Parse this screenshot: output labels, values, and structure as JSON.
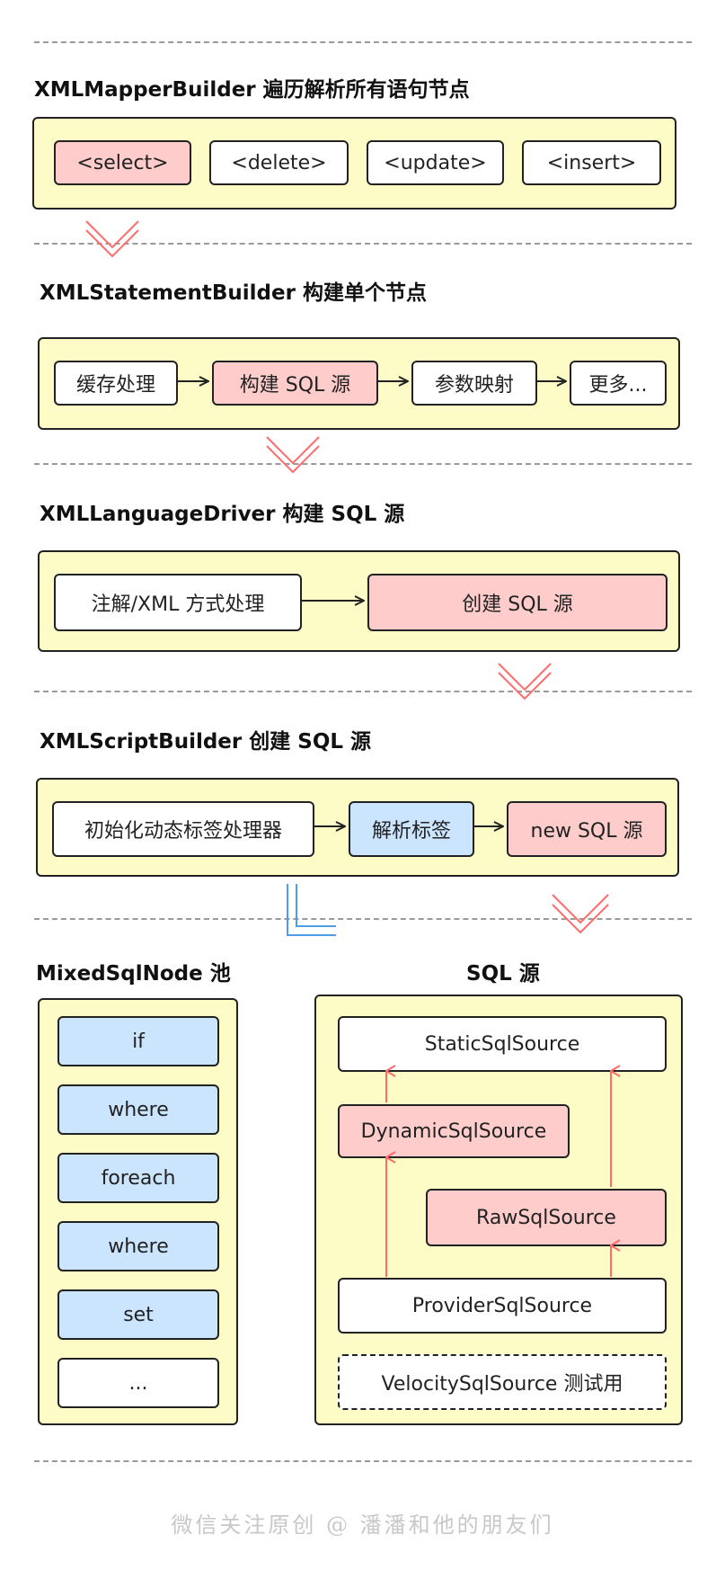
{
  "sections": {
    "mapper": {
      "title": "XMLMapperBuilder 遍历解析所有语句节点",
      "items": [
        "<select>",
        "<delete>",
        "<update>",
        "<insert>"
      ]
    },
    "statement": {
      "title": "XMLStatementBuilder 构建单个节点",
      "steps": [
        "缓存处理",
        "构建 SQL 源",
        "参数映射",
        "更多..."
      ]
    },
    "language": {
      "title": "XMLLanguageDriver 构建 SQL 源",
      "steps": [
        "注解/XML 方式处理",
        "创建 SQL 源"
      ]
    },
    "script": {
      "title": "XMLScriptBuilder 创建 SQL 源",
      "steps": [
        "初始化动态标签处理器",
        "解析标签",
        "new SQL 源"
      ]
    },
    "pool": {
      "title": "MixedSqlNode 池",
      "items": [
        "if",
        "where",
        "foreach",
        "where",
        "set",
        "..."
      ]
    },
    "sources": {
      "title": "SQL 源",
      "static": "StaticSqlSource",
      "dynamic": "DynamicSqlSource",
      "raw": "RawSqlSource",
      "provider": "ProviderSqlSource",
      "velocity": "VelocitySqlSource 测试用"
    }
  },
  "footer": "微信关注原创 @ 潘潘和他的朋友们",
  "colors": {
    "panel": "#fdfbc6",
    "highlight_pink": "#ffcccc",
    "highlight_blue": "#cce5ff",
    "arrow_red": "#ff6b6b",
    "arrow_blue": "#4a9fe8"
  }
}
